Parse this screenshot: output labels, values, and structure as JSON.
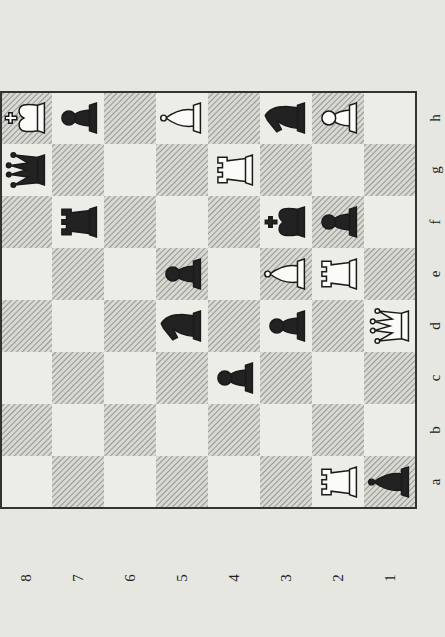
{
  "diagram": {
    "labels": [
      "8",
      "7",
      "6",
      "5",
      "4",
      "3",
      "2",
      "1",
      "h",
      "g",
      "f",
      "e",
      "d",
      "c",
      "b",
      "a"
    ]
  }
}
